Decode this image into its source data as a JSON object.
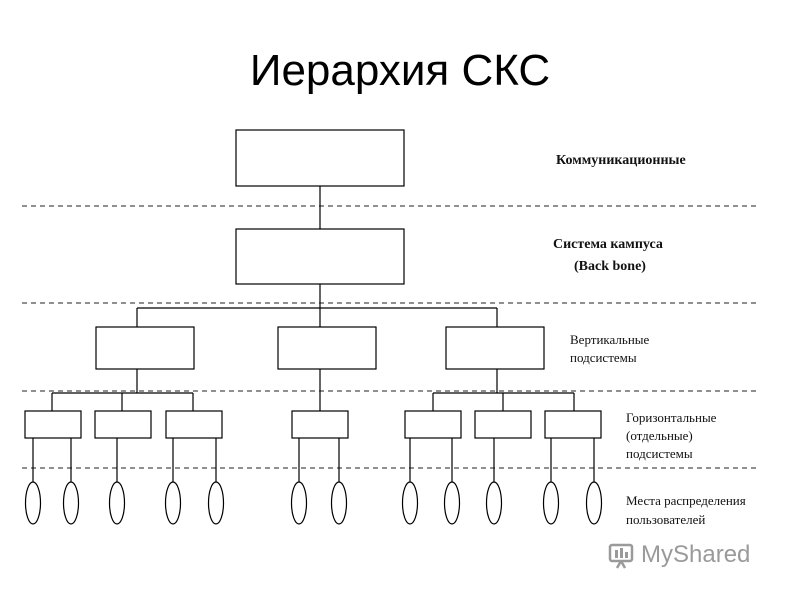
{
  "title": "Иерархия СКС",
  "levels": {
    "communication": "Коммуникационные",
    "campus": "Система кампуса",
    "campus_sub": "(Back bone)",
    "vertical_1": "Вертикальные",
    "vertical_2": "подсистемы",
    "horizontal_1": "Горизонтальные",
    "horizontal_2": "(отдельные)",
    "horizontal_3": "подсистемы",
    "places_1": "Места распределения",
    "places_2": "пользователей"
  },
  "watermark": {
    "text": "MyShared",
    "icon": "myshared-logo-icon"
  }
}
